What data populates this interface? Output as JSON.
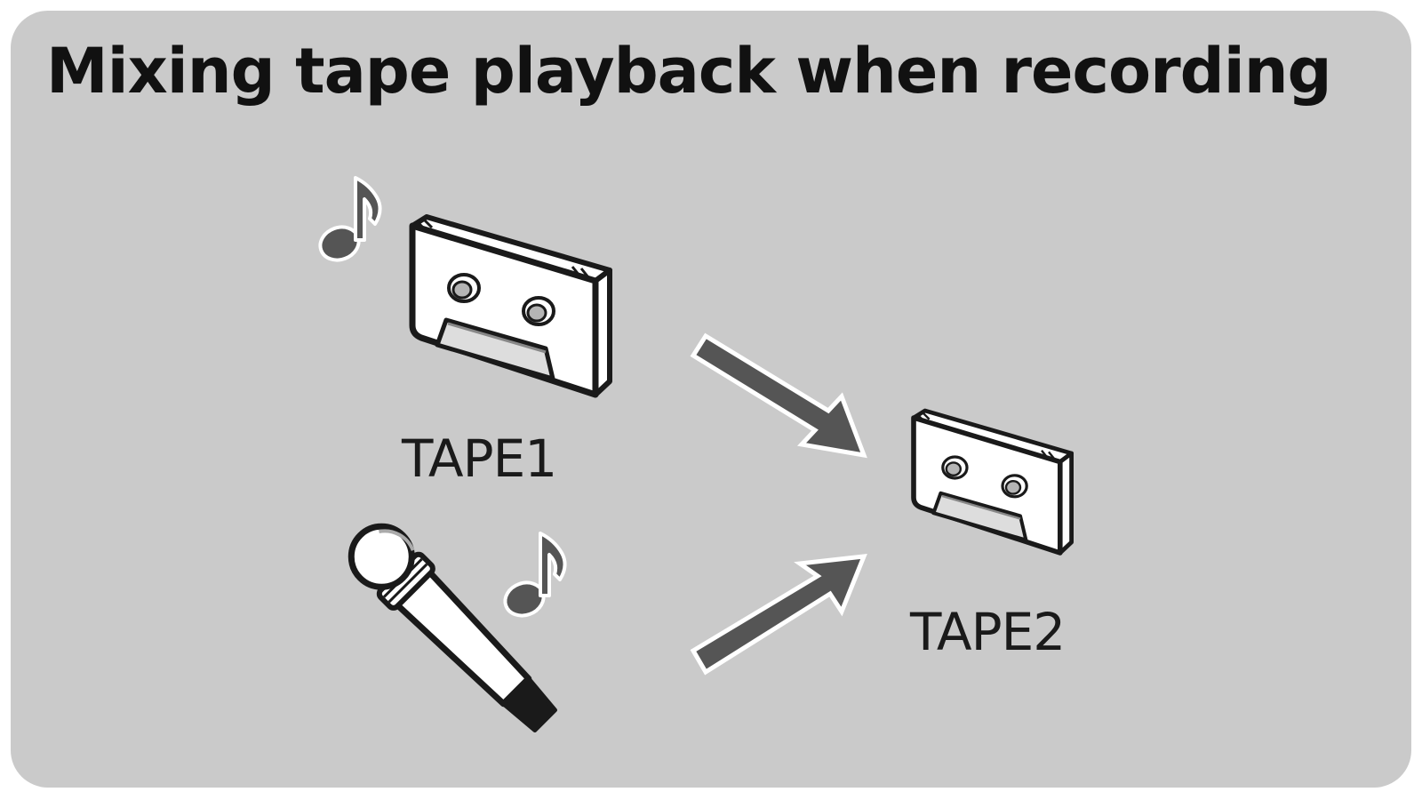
{
  "title": "Mixing tape playback when recording",
  "tape1": {
    "label": "TAPE1"
  },
  "tape2": {
    "label": "TAPE2"
  },
  "icons": {
    "source_tape": "cassette-tape-icon",
    "destination_tape": "cassette-tape-icon",
    "microphone": "microphone-icon",
    "music_note": "music-note-icon",
    "arrow": "arrow-icon"
  },
  "colors": {
    "panel_background": "#cacaca",
    "arrow_fill": "#555555",
    "note_fill": "#555555",
    "outline": "#1a1a1a"
  }
}
